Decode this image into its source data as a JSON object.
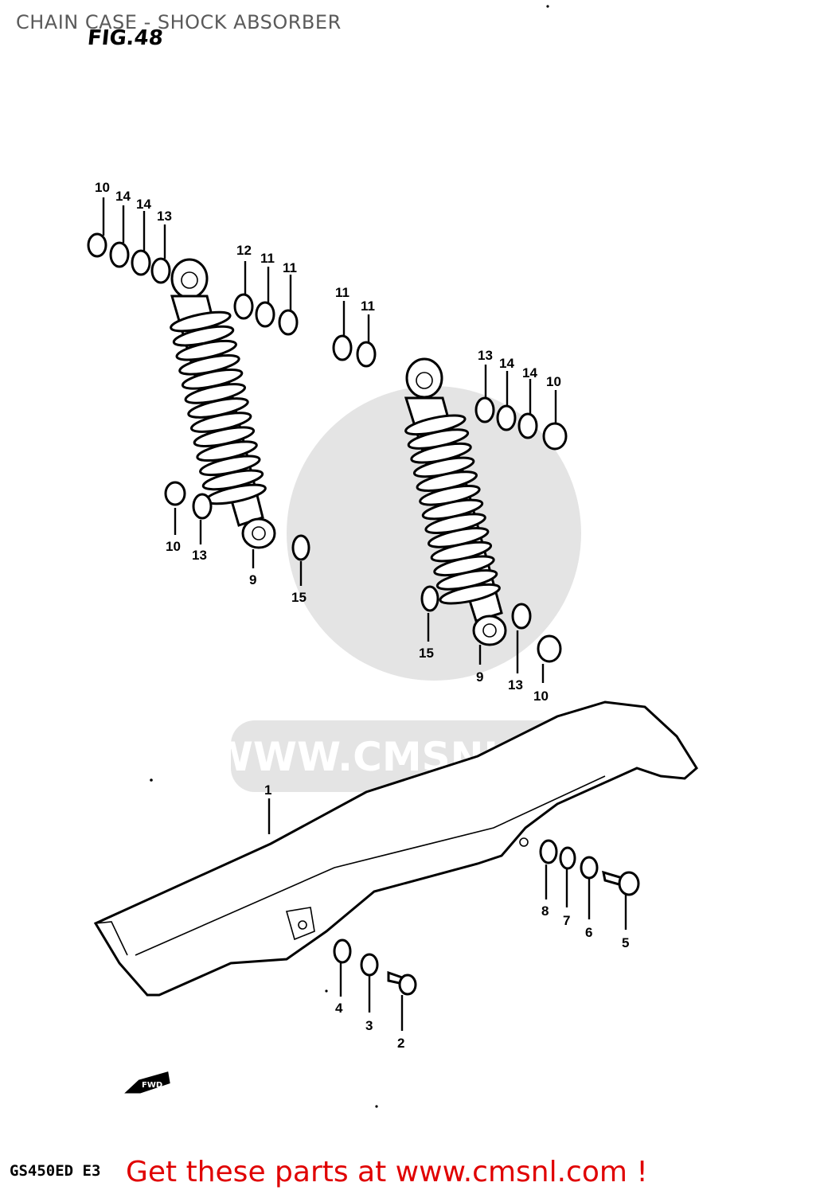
{
  "page_title": "CHAIN CASE - SHOCK ABSORBER",
  "figure_label": "FIG.48",
  "model_code": "GS450ED E3",
  "promo_text": "Get these parts at www.cmsnl.com !",
  "watermark_text": "WWW.CMSNL.COM",
  "fwd_label": "FWD",
  "callouts": {
    "c1": "1",
    "c2": "2",
    "c3": "3",
    "c4": "4",
    "c5": "5",
    "c6": "6",
    "c7": "7",
    "c8": "8",
    "c9a": "9",
    "c9b": "9",
    "c10a": "10",
    "c10b": "10",
    "c10c": "10",
    "c10d": "10",
    "c11a": "11",
    "c11b": "11",
    "c11c": "11",
    "c11d": "11",
    "c12": "12",
    "c13a": "13",
    "c13b": "13",
    "c13c": "13",
    "c13d": "13",
    "c14a": "14",
    "c14b": "14",
    "c14c": "14",
    "c14d": "14",
    "c15a": "15",
    "c15b": "15"
  }
}
